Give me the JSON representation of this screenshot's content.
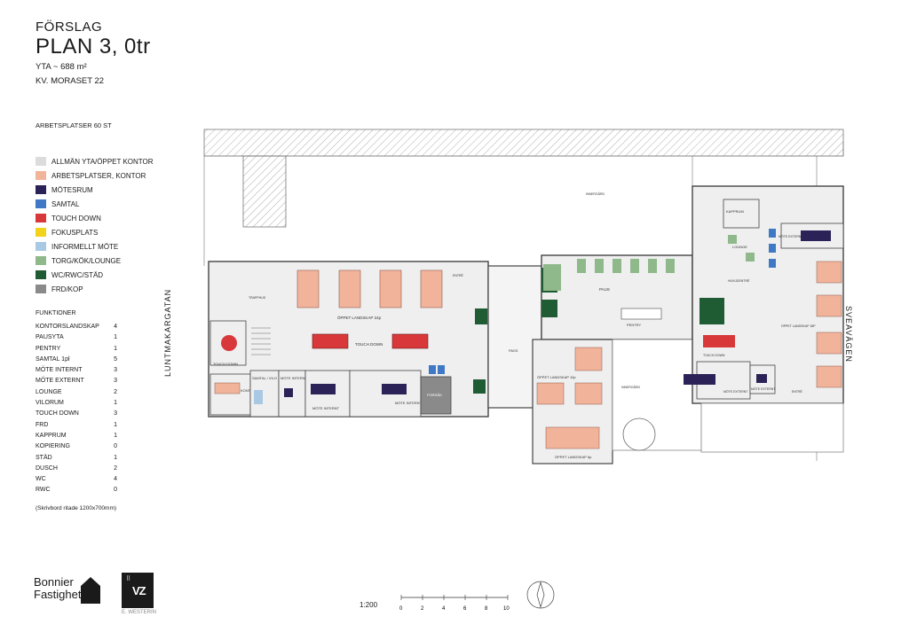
{
  "header": {
    "kicker": "FÖRSLAG",
    "title": "PLAN 3, 0tr",
    "area": "YTA ~ 688 m²",
    "property": "KV. MORASET 22"
  },
  "workplaces": "ARBETSPLATSER 60 ST",
  "legend": [
    {
      "label": "ALLMÄN YTA/ÖPPET KONTOR",
      "color": "#dcdcdc"
    },
    {
      "label": "ARBETSPLATSER, KONTOR",
      "color": "#f2b39b"
    },
    {
      "label": "MÖTESRUM",
      "color": "#2b2357"
    },
    {
      "label": "SAMTAL",
      "color": "#3f78c4"
    },
    {
      "label": "TOUCH DOWN",
      "color": "#d9383a"
    },
    {
      "label": "FOKUSPLATS",
      "color": "#f3d21a"
    },
    {
      "label": "INFORMELLT MÖTE",
      "color": "#a9c8e4"
    },
    {
      "label": "TORG/KÖK/LOUNGE",
      "color": "#8fb98a"
    },
    {
      "label": "WC/RWC/STÄD",
      "color": "#1f5c34"
    },
    {
      "label": "FRD/KOP",
      "color": "#8a8a8a"
    }
  ],
  "functions": {
    "title": "FUNKTIONER",
    "rows": [
      {
        "name": "KONTORSLANDSKAP",
        "count": "4"
      },
      {
        "name": "PAUSYTA",
        "count": "1"
      },
      {
        "name": "PENTRY",
        "count": "1"
      },
      {
        "name": "SAMTAL 1pl",
        "count": "5"
      },
      {
        "name": "MÖTE INTERNT",
        "count": "3"
      },
      {
        "name": "MÖTE EXTERNT",
        "count": "3"
      },
      {
        "name": "LOUNGE",
        "count": "2"
      },
      {
        "name": "VILORUM",
        "count": "1"
      },
      {
        "name": "TOUCH DOWN",
        "count": "3"
      },
      {
        "name": "FRD",
        "count": "1"
      },
      {
        "name": "KAPPRUM",
        "count": "1"
      },
      {
        "name": "KOPIERING",
        "count": "0"
      },
      {
        "name": "STÄD",
        "count": "1"
      },
      {
        "name": "DUSCH",
        "count": "2"
      },
      {
        "name": "WC",
        "count": "4"
      },
      {
        "name": "RWC",
        "count": "0"
      }
    ]
  },
  "note": "(Skrivbord ritade 1200x700mm)",
  "streets": {
    "left": "LUNTMAKARGATAN",
    "right": "SVEAVÄGEN"
  },
  "rooms": {
    "landskap_24": "ÖPPET LANDSKAP 24p",
    "touch_down": "TOUCH DOWN",
    "touch_down_2": "TOUCH DOWN",
    "kontor": "KONTOR",
    "samtal_vilo": "SAMTAL / VILO",
    "mote_internt": "MÖTE INTERNT",
    "mote_internt_2": "MÖTE INTERNT",
    "mote_internt_3": "MÖTE INTERNT",
    "forrad": "FÖRRÅD",
    "paus": "PAUS",
    "pentry": "PENTRY",
    "landskap_10": "ÖPPET LANDSKAP 10p",
    "landskap_8": "ÖPPET LANDSKAP 8p",
    "landskap_18": "ÖPPET LANDSKAP 18P",
    "lounge": "LOUNGE",
    "kapprum": "KAPPRUM",
    "mote_externt": "MÖTE EXTERNT",
    "mote_externt_2": "MÖTE EXTERNT",
    "mote_externt_3": "MÖTE EXTERNT",
    "huvudentre": "HUVUDENTRÉ",
    "entre": "ENTRÉ",
    "entre_2": "ENTRÉ",
    "trapphus": "TRAPPHUS",
    "pass": "PASS",
    "ljusgard": "INNERGÅRD",
    "ljusgard_2": "INNERGÅRD"
  },
  "logos": {
    "bonnier_line1": "Bonnier",
    "bonnier_line2": "Fastigheter",
    "vz": "VZ",
    "vz_sub": "E. WESTERIN"
  },
  "scale": {
    "label": "1:200",
    "ticks": [
      "0",
      "2",
      "4",
      "6",
      "8",
      "10"
    ]
  }
}
